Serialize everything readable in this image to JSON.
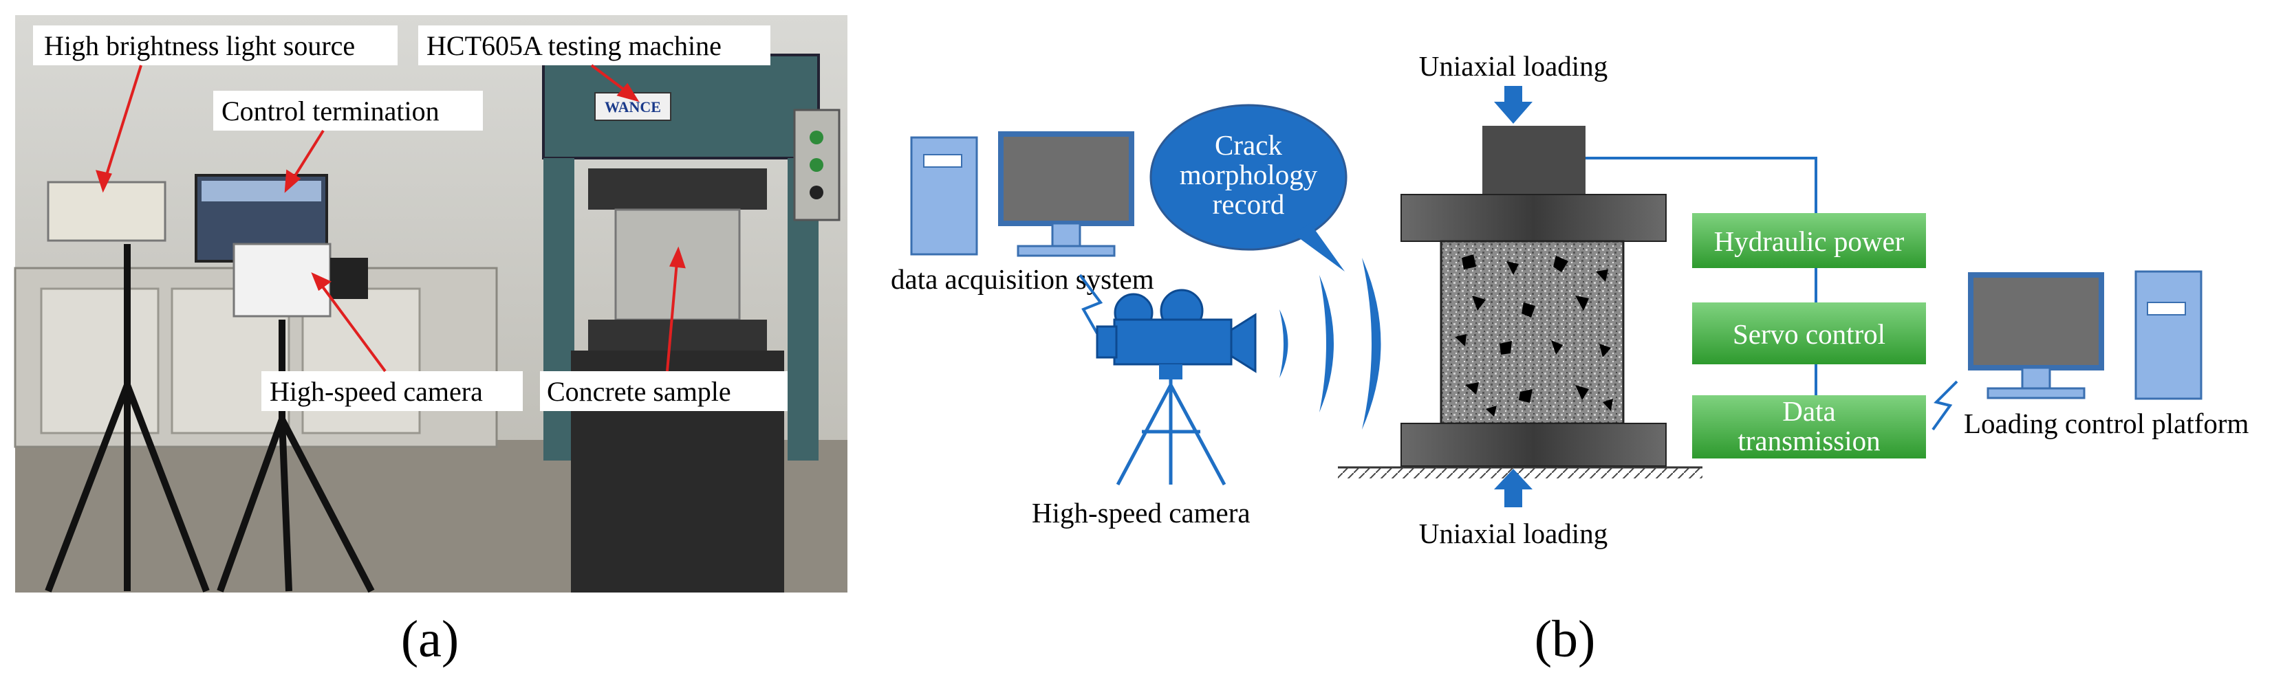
{
  "panel_a": {
    "label": "(a)",
    "annotations": {
      "light_source": "High brightness light source",
      "testing_machine": "HCT605A testing machine",
      "control_termination": "Control termination",
      "high_speed_camera": "High-speed camera",
      "concrete_sample": "Concrete sample",
      "machine_brand": "WANCE"
    }
  },
  "panel_b": {
    "label": "(b)",
    "uniaxial_loading_top": "Uniaxial loading",
    "uniaxial_loading_bottom": "Uniaxial loading",
    "speech_bubble": [
      "Crack",
      "morphology",
      "record"
    ],
    "data_acquisition_system": "data acquisition system",
    "high_speed_camera": "High-speed camera",
    "hydraulic_power": "Hydraulic power",
    "servo_control": "Servo control",
    "data_transmission": [
      "Data",
      "transmission"
    ],
    "loading_control_platform": "Loading control platform"
  },
  "colors": {
    "blue": "#1f6fc4",
    "light_blue": "#8fb4e6",
    "green": "#3daa3d",
    "red_arrow": "#e02020",
    "platen": "#555555"
  }
}
